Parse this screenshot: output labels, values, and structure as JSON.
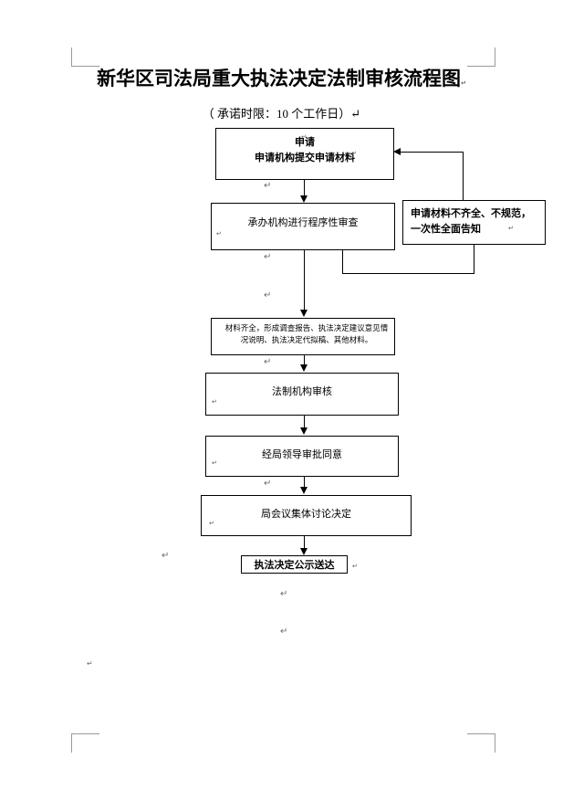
{
  "document": {
    "title": "新华区司法局重大执法决定法制审核流程图",
    "title_mark": "↵",
    "subtitle": "（ 承诺时限：10 个工作日）↵"
  },
  "flowchart": {
    "nodes": [
      {
        "id": "apply",
        "name": "node-apply",
        "lines": [
          "申请",
          "申请机构提交申请材料"
        ],
        "bold": true,
        "align": "center"
      },
      {
        "id": "procedural-review",
        "name": "node-procedural-review",
        "lines": [
          "承办机构进行程序性审查"
        ],
        "bold": false,
        "align": "center"
      },
      {
        "id": "incomplete-notice",
        "name": "node-incomplete-notice",
        "lines": [
          "申请材料不齐全、不规范，",
          "一次性全面告知"
        ],
        "bold": true,
        "align": "left"
      },
      {
        "id": "materials-complete",
        "name": "node-materials-complete",
        "lines": [
          "材料齐全，形成调查报告、执法决定建议意见情",
          "况说明、执法决定代拟稿、其他材料。"
        ],
        "bold": false,
        "align": "center"
      },
      {
        "id": "legal-affairs-review",
        "name": "node-legal-affairs-review",
        "lines": [
          "法制机构审核"
        ],
        "bold": false,
        "align": "center"
      },
      {
        "id": "leader-approval",
        "name": "node-leader-approval",
        "lines": [
          "经局领导审批同意"
        ],
        "bold": false,
        "align": "center"
      },
      {
        "id": "bureau-meeting",
        "name": "node-bureau-meeting",
        "lines": [
          "局会议集体讨论决定"
        ],
        "bold": false,
        "align": "center"
      },
      {
        "id": "publish-deliver",
        "name": "node-publish-deliver",
        "lines": [
          "执法决定公示送达"
        ],
        "bold": true,
        "align": "center"
      }
    ],
    "marks": {
      "pilcrow": "↵",
      "small_mark": "↵"
    }
  }
}
